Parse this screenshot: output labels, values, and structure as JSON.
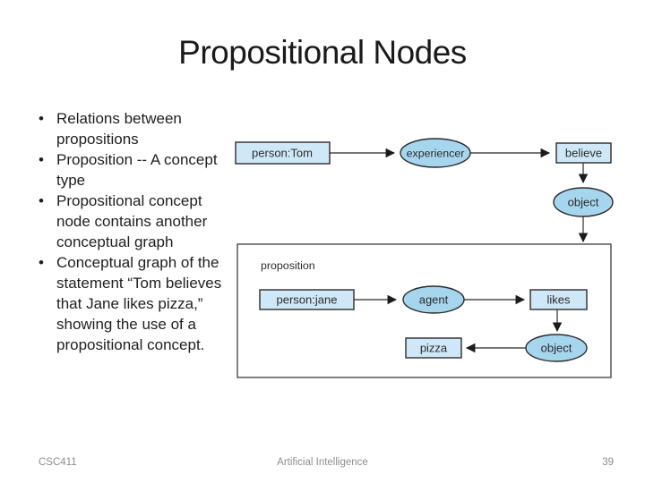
{
  "slide": {
    "title": "Propositional Nodes",
    "bullets": [
      "Relations between propositions",
      "Proposition -- A concept type",
      "Propositional concept node contains another conceptual graph",
      "Conceptual graph of the statement “Tom believes that Jane likes pizza,” showing the use of a propositional concept."
    ],
    "footer": {
      "course": "CSC411",
      "center": "Artificial Intelligence",
      "page_number": "39"
    }
  },
  "diagram": {
    "outer_graph": {
      "concept_person_tom": "person:Tom",
      "relation_experiencer": "experiencer",
      "concept_believe": "believe",
      "relation_object": "object"
    },
    "proposition_box_label": "proposition",
    "inner_graph": {
      "concept_person_jane": "person:jane",
      "relation_agent": "agent",
      "concept_likes": "likes",
      "relation_object": "object",
      "concept_pizza": "pizza"
    },
    "colors": {
      "concept_fill": "#cfe8f7",
      "relation_fill": "#a6d6ee",
      "node_border": "#2b2b2b",
      "connector": "#4a4a4a"
    }
  }
}
